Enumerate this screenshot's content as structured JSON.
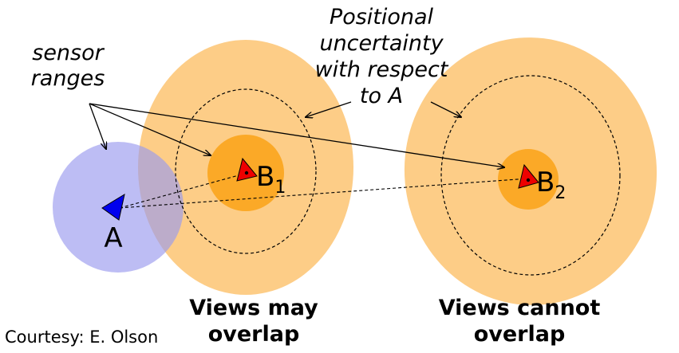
{
  "labels": {
    "sensor_line1": "sensor",
    "sensor_line2": "ranges",
    "uncertainty_line1": "Positional",
    "uncertainty_line2": "uncertainty",
    "uncertainty_line3": "with respect",
    "uncertainty_line4": "to A",
    "robot_a": "A",
    "robot_b1_letter": "B",
    "robot_b1_sub": "1",
    "robot_b2_letter": "B",
    "robot_b2_sub": "2",
    "left_caption_line1": "Views may",
    "left_caption_line2": "overlap",
    "right_caption_line1": "Views cannot",
    "right_caption_line2": "overlap",
    "credit": "Courtesy: E. Olson"
  },
  "colors": {
    "sensor_range_a": "#9999ee",
    "uncertainty_region": "#fdcd87",
    "sensor_range_b": "#fba927",
    "robot_a": "#0000ee",
    "robot_b": "#ee0000"
  }
}
